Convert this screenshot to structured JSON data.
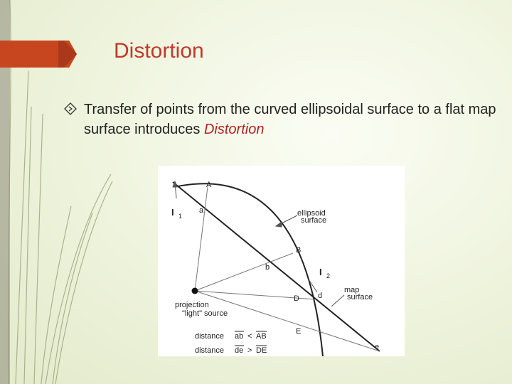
{
  "slide": {
    "title": "Distortion",
    "bullet": {
      "text_before": "Transfer of points from the curved ellipsoidal surface to a flat map surface introduces ",
      "text_emphasis": "Distortion"
    }
  },
  "diagram": {
    "points_upper": [
      "A",
      "B",
      "D",
      "E"
    ],
    "points_lower": [
      "a",
      "b",
      "d",
      "e"
    ],
    "labels": {
      "I1": "I",
      "I1_sub": "1",
      "I2": "I",
      "I2_sub": "2",
      "ellipsoid_1": "ellipsoid",
      "ellipsoid_2": "surface",
      "map_1": "map",
      "map_2": "surface",
      "source_1": "projection",
      "source_2": "\"light\" source",
      "dist_label": "distance",
      "eq1_left": "ab",
      "eq1_op": "<",
      "eq1_right": "AB",
      "eq2_left": "de",
      "eq2_op": ">",
      "eq2_right": "DE"
    }
  },
  "colors": {
    "accent": "#c8461f",
    "title": "#c0392b",
    "emphasis": "#b22222",
    "background": "#eef3dc"
  }
}
